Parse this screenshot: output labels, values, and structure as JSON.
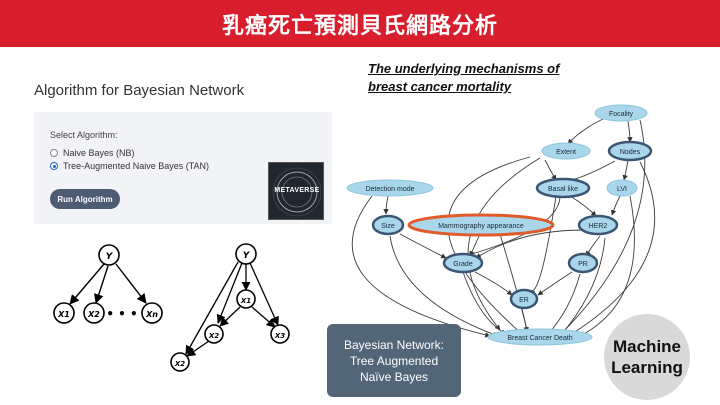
{
  "banner": {
    "title": "乳癌死亡預測貝氏網路分析"
  },
  "algorithm_panel": {
    "title": "Algorithm for Bayesian Network",
    "select_label": "Select Algorithm:",
    "options": [
      {
        "label": "Naive Bayes (NB)",
        "selected": false
      },
      {
        "label": "Tree-Augmented Naive Bayes (TAN)",
        "selected": true
      }
    ],
    "run_button": "Run Algorithm"
  },
  "logo": {
    "text": "METAVERSE"
  },
  "nb_diagram": {
    "nodes": {
      "y": "Y",
      "x1": "X1",
      "x2": "X2",
      "xn": "Xn",
      "dots": "• • •"
    }
  },
  "tan_diagram": {
    "nodes": {
      "y": "Y",
      "x1": "X1",
      "x2": "X2",
      "x3": "X3",
      "xb": "X2"
    }
  },
  "mechanism": {
    "title_line1": "The underlying mechanisms of",
    "title_line2": "breast cancer mortality",
    "nodes": {
      "focality": "Focality",
      "extent": "Extent",
      "nodes": "Nodes",
      "detection_mode": "Detection mode",
      "basal_like": "Basal like",
      "lvi": "LVI",
      "size": "Size",
      "mammography": "Mammography appearance",
      "her2": "HER2",
      "grade": "Grade",
      "pr": "PR",
      "er": "ER",
      "death": "Breast Cancer Death"
    }
  },
  "tan_box": {
    "line1": "Bayesian Network:",
    "line2": "Tree Augmented",
    "line3": "Naïve Bayes"
  },
  "ml_badge": {
    "line1": "Machine",
    "line2": "Learning"
  },
  "colors": {
    "banner": "#d81e2c",
    "node_fill": "#a9d6ea",
    "node_border": "#2f4a6b",
    "highlight": "#e05a2a"
  }
}
